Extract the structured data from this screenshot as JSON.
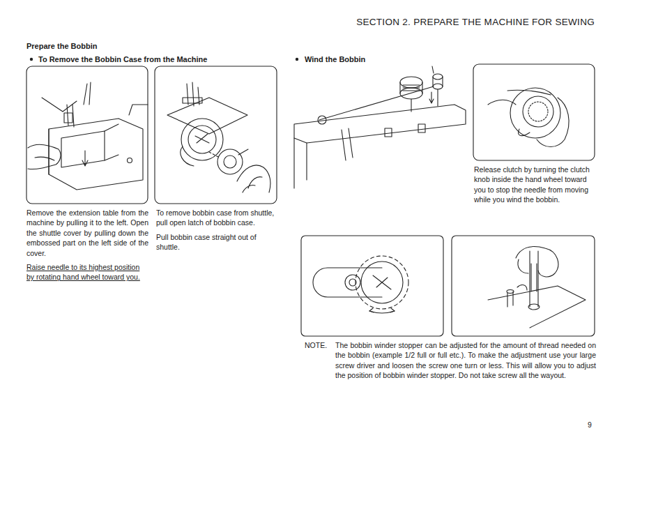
{
  "diagram": {
    "title": "SECTION 2. PREPARE THE MACHINE FOR SEWING",
    "labels": [
      "Prepare the Bobbin",
      "To Remove the Bobbin Case from the Machine",
      "Wind the Bobbin",
      "Remove the extension table from the machine by pulling it to the left. Open the shuttle cover by pulling down the embossed part on the left side of the cover.",
      "Raise needle to its highest position by rotating hand wheel toward you.",
      "To remove bobbin case from shuttle, pull open latch of bobbin case.",
      "Pull bobbin case straight out of shuttle.",
      "Release clutch by turning the clutch knob inside the hand wheel toward you to stop the needle from moving while you wind the bobbin.",
      "NOTE.",
      "The bobbin winder stopper can be adjusted for the amount of thread needed on the bobbin (example 1/2 full or full etc.). To make the adjustment use your large screw driver and loosen the screw one turn or less. This will allow you to adjust the position of bobbin winder stopper. Do not take screw all the wayout.",
      "9"
    ]
  }
}
